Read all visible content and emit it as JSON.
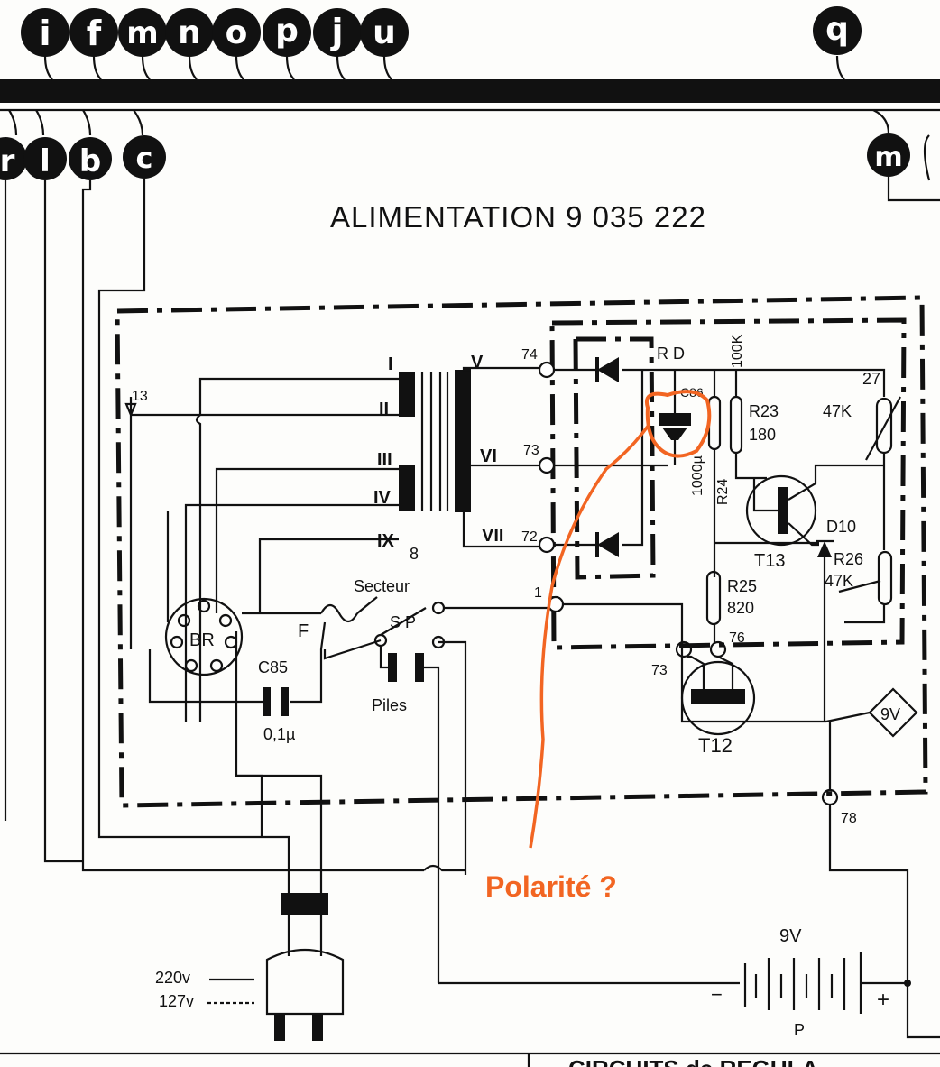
{
  "title": "ALIMENTATION 9 035 222",
  "top_bus_connectors": [
    "i",
    "f",
    "m",
    "n",
    "o",
    "p",
    "j",
    "u",
    "q"
  ],
  "lower_bus_connectors": [
    "r",
    "l",
    "b",
    "c",
    "m"
  ],
  "transformer": {
    "primary_windings": [
      "I",
      "II",
      "III",
      "IV",
      "IX"
    ],
    "secondary_windings": [
      "V",
      "VI",
      "VII"
    ],
    "tap_8": "8",
    "tap_13": "13"
  },
  "terminals": {
    "t74": "74",
    "t73a": "73",
    "t72": "72",
    "t1": "1",
    "t73b": "73",
    "t76": "76",
    "t78": "78"
  },
  "components": {
    "rd": "R D",
    "c_value": "1000µ",
    "c_top": "C86",
    "r_100k": "100K",
    "r23": "R23",
    "r23_val": "180",
    "r24": "R24",
    "r27": "27",
    "r27_val": "47K",
    "t13": "T13",
    "d10": "D10",
    "r26": "R26",
    "r26_val": "47K",
    "r25": "R25",
    "r25_val": "820",
    "t12": "T12",
    "v9": "9V",
    "br": "BR",
    "fuse": "F",
    "c85": "C85",
    "c85_val": "0,1µ",
    "secteur": "Secteur",
    "sp": "S P",
    "piles": "Piles",
    "battery_v": "9V",
    "battery_p": "P",
    "minus": "−",
    "plus": "+",
    "v220": "220v",
    "v127": "127v"
  },
  "annotation": {
    "text": "Polarité ?",
    "color": "#f26522"
  },
  "footer_partial": "CIRCUITS de REGULA"
}
